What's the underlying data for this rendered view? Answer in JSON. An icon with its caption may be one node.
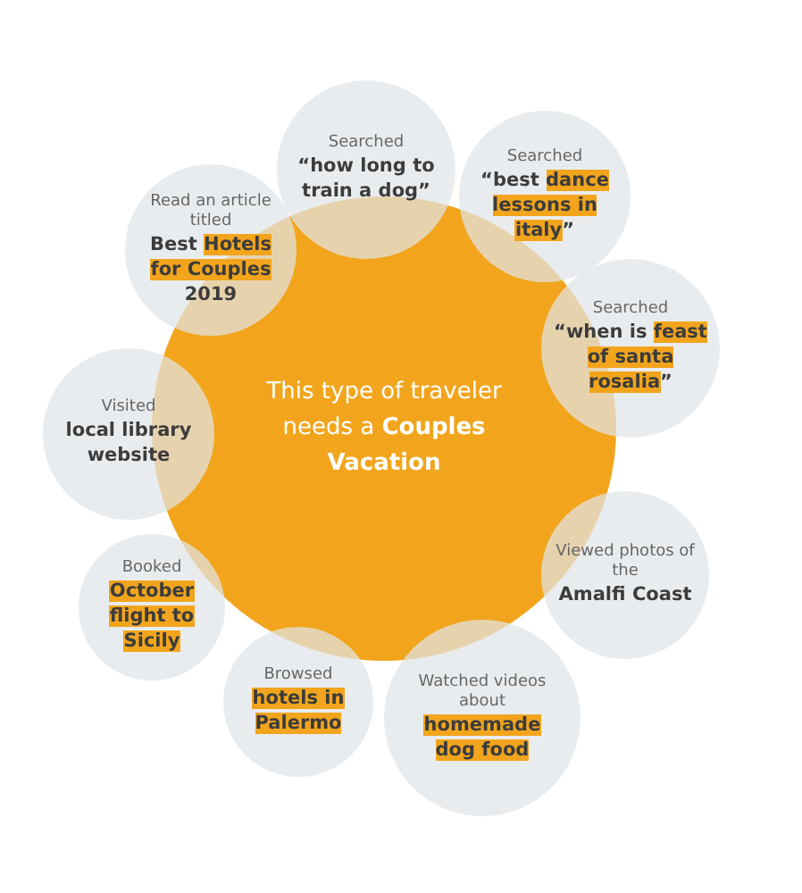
{
  "diagram": {
    "nodes": [
      {
        "text": [
          "This type of traveler needs a **Couples Vacation**"
        ]
      },
      {
        "text": [
          "Searched",
          "“how long to train a dog”"
        ]
      },
      {
        "text": [
          "Searched",
          "“best **dance lessons in italy**”"
        ]
      },
      {
        "text": [
          "Read an article titled",
          "Best **Hotels for Couples** 2019"
        ]
      },
      {
        "text": [
          "Searched",
          "“when is **feast of santa rosalia**”"
        ]
      },
      {
        "text": [
          "Visited",
          "local library website"
        ]
      },
      {
        "text": [
          "Viewed photos of the",
          "Amalfi Coast"
        ]
      },
      {
        "text": [
          "Booked",
          "**October flight to Sicily**"
        ]
      },
      {
        "text": [
          "Browsed",
          "**hotels in Palermo**"
        ]
      },
      {
        "text": [
          "Watched videos about",
          "**homemade dog food**"
        ]
      }
    ]
  }
}
